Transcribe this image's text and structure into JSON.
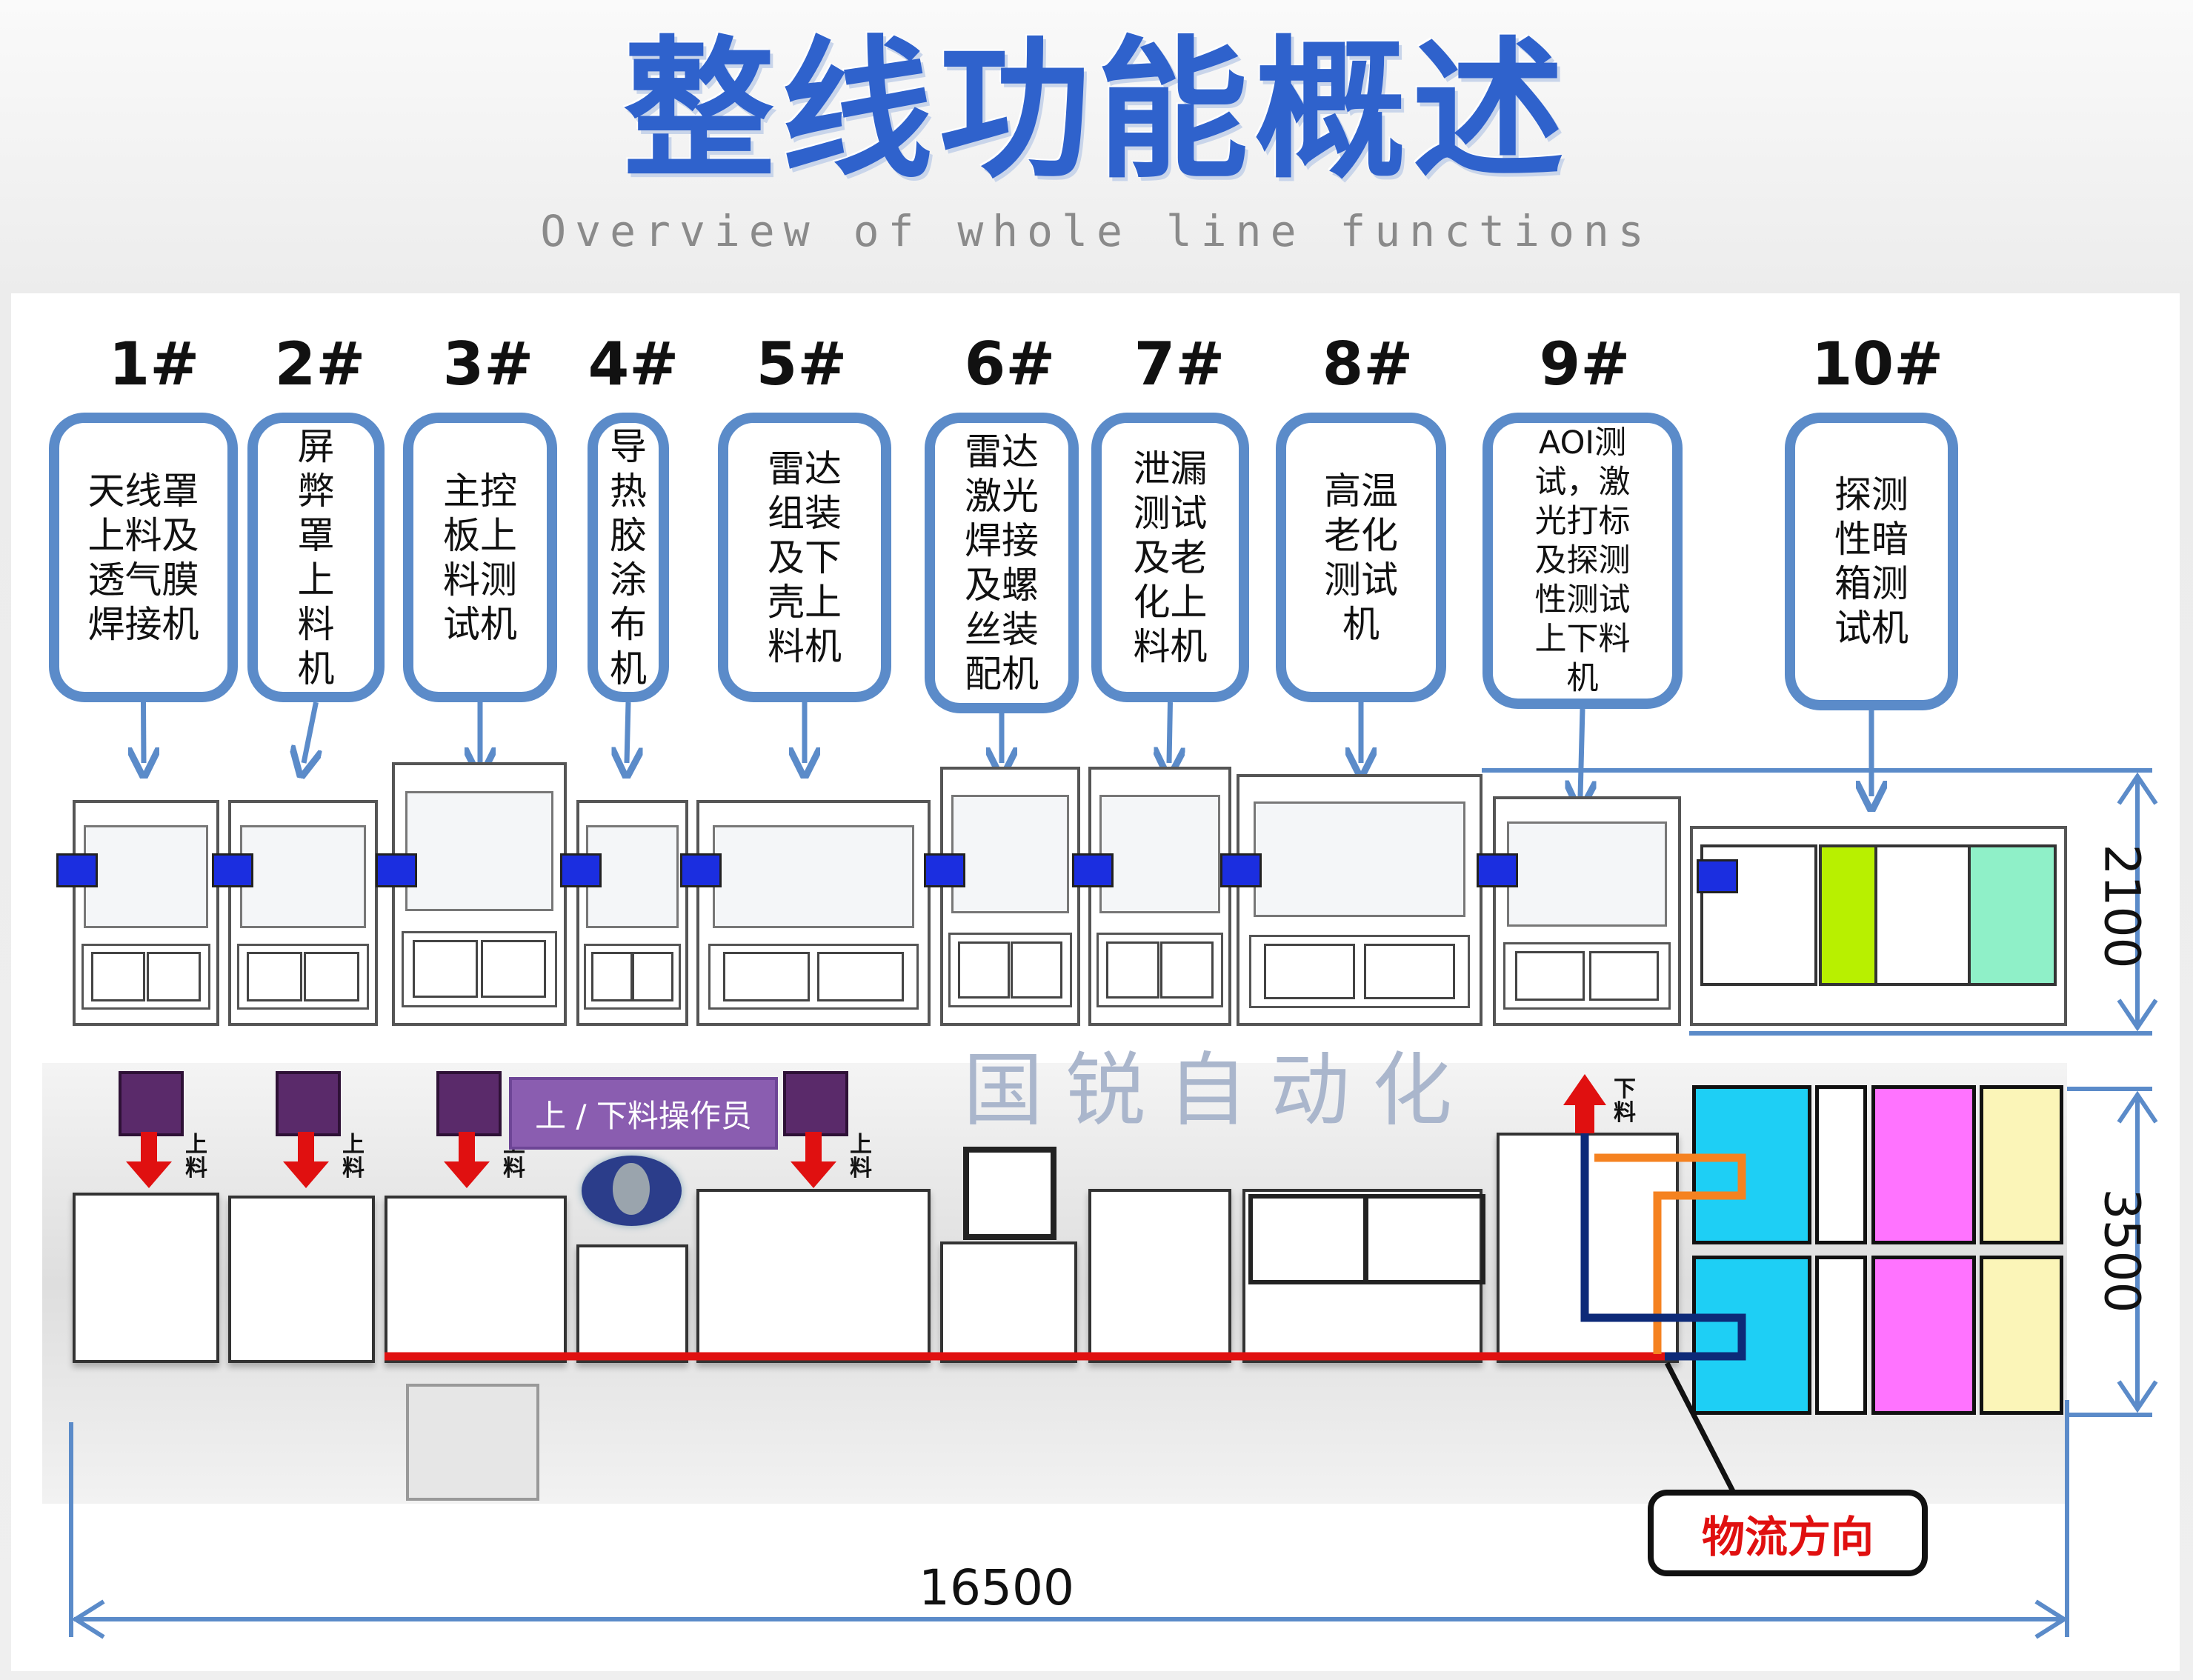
{
  "title": {
    "main": "整线功能概述",
    "subtitle": "Overview of whole line functions"
  },
  "stations": [
    {
      "number": "1#",
      "name": "天线罩\n上料及\n透气膜\n焊接机"
    },
    {
      "number": "2#",
      "name": "屏\n弊\n罩\n上\n料\n机"
    },
    {
      "number": "3#",
      "name": "主控\n板上\n料测\n试机"
    },
    {
      "number": "4#",
      "name": "导\n热\n胶\n涂\n布\n机"
    },
    {
      "number": "5#",
      "name": "雷达\n组装\n及下\n壳上\n料机"
    },
    {
      "number": "6#",
      "name": "雷达\n激光\n焊接\n及螺\n丝装\n配机"
    },
    {
      "number": "7#",
      "name": "泄漏\n测试\n及老\n化上\n料机"
    },
    {
      "number": "8#",
      "name": "高温\n老化\n测试\n机"
    },
    {
      "number": "9#",
      "name": "AOI测\n试，激\n光打标\n及探测\n性测试\n上下料\n机"
    },
    {
      "number": "10#",
      "name": "探测\n性暗\n箱测\n试机"
    }
  ],
  "watermark": "国锐自动化",
  "operator_label": "上 / 下料操作员",
  "loading_label": "上\n料",
  "unloading_label": "下\n料",
  "flow_direction": "物流方向",
  "dimensions": {
    "front_height": "2100",
    "depth": "3500",
    "length": "16500"
  },
  "colors": {
    "accent": "#5b8bc9",
    "title": "#2f62cc",
    "flow_line": "#e01010",
    "cart": "#5a2a6a",
    "cyan": "#1ecff5",
    "magenta": "#ff73ff",
    "yellow": "#fbf5b8",
    "lime": "#b8f000",
    "mint": "#8ff0c8"
  }
}
